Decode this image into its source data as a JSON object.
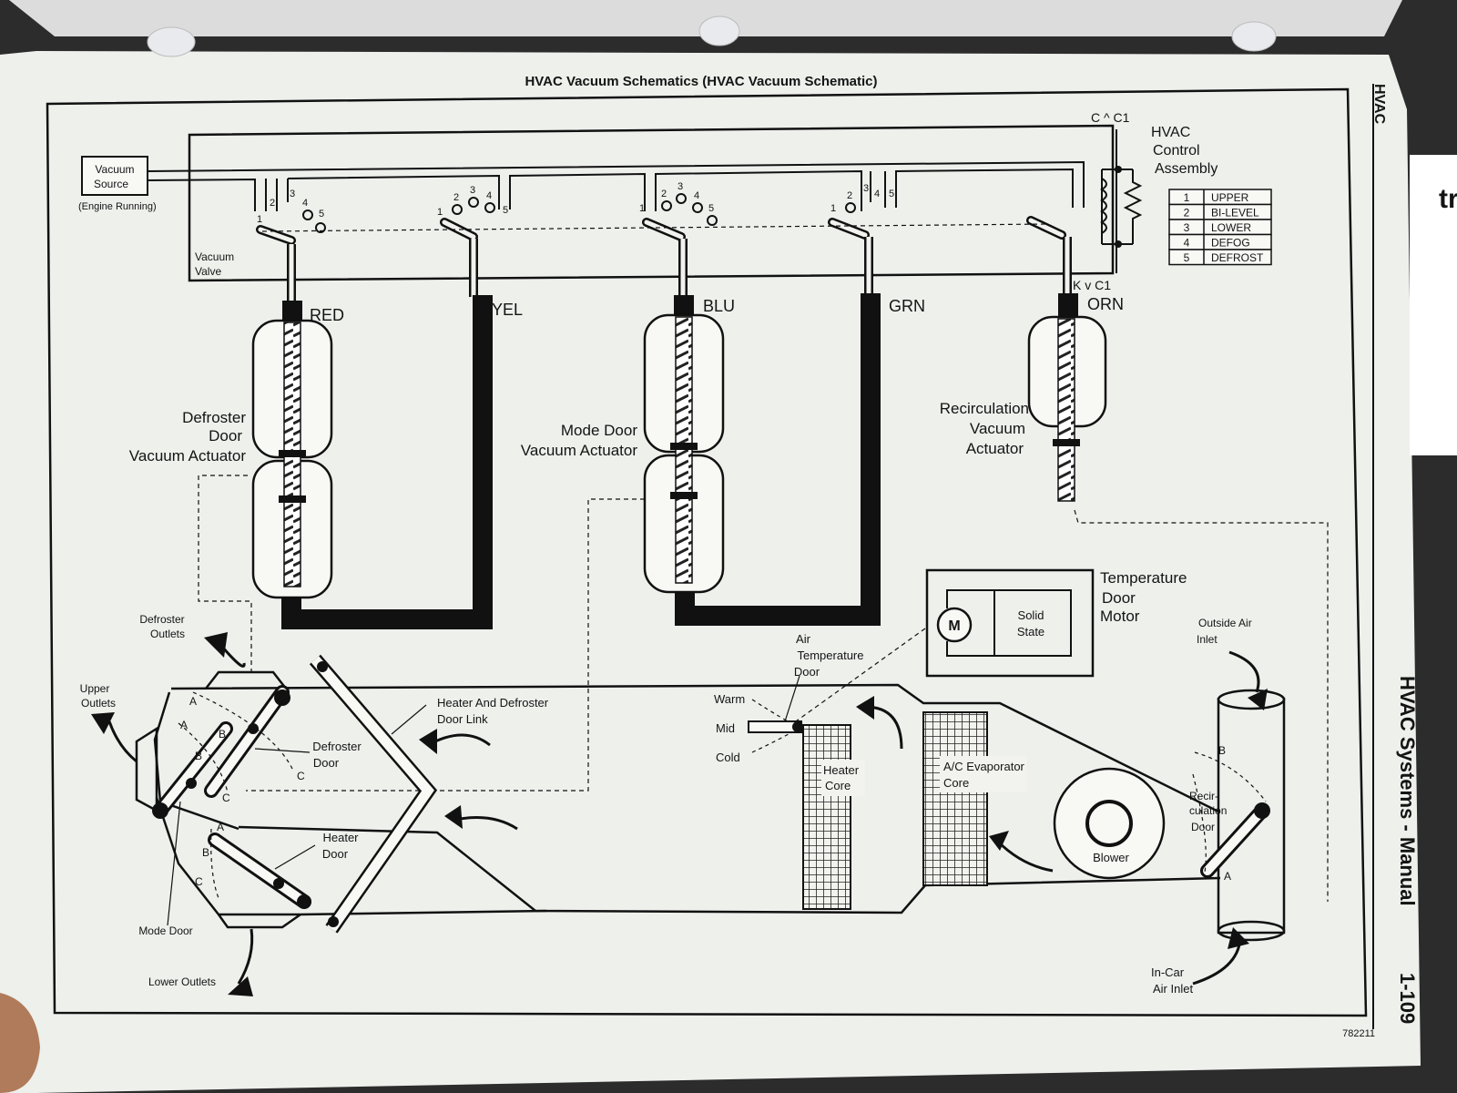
{
  "page": {
    "title": "HVAC Vacuum Schematics (HVAC Vacuum Schematic)",
    "section_tab": "HVAC",
    "footer_section": "HVAC Systems - Manual",
    "page_number": "1-109",
    "figure_code": "782211"
  },
  "vacuum": {
    "source_line1": "Vacuum",
    "source_line2": "Source",
    "source_note": "(Engine Running)",
    "valve_line1": "Vacuum",
    "valve_line2": "Valve"
  },
  "control": {
    "title_line1": "HVAC",
    "title_line2": "Control",
    "title_line3": "Assembly",
    "pin_top": "C ^ C1",
    "pin_bottom": "K v C1",
    "legend": [
      {
        "num": "1",
        "label": "UPPER"
      },
      {
        "num": "2",
        "label": "BI-LEVEL"
      },
      {
        "num": "3",
        "label": "LOWER"
      },
      {
        "num": "4",
        "label": "DEFOG"
      },
      {
        "num": "5",
        "label": "DEFROST"
      }
    ]
  },
  "ports": [
    "1",
    "2",
    "3",
    "4",
    "5"
  ],
  "hoses": {
    "red": "RED",
    "yel": "YEL",
    "blu": "BLU",
    "grn": "GRN",
    "orn": "ORN"
  },
  "actuators": {
    "defroster": [
      "Defroster",
      "Door",
      "Vacuum Actuator"
    ],
    "mode": [
      "Mode Door",
      "Vacuum Actuator"
    ],
    "recirculation": [
      "Recirculation",
      "Vacuum",
      "Actuator"
    ]
  },
  "temp_motor": {
    "title": [
      "Temperature",
      "Door",
      "Motor"
    ],
    "motor_symbol": "M",
    "solid_state": [
      "Solid",
      "State"
    ]
  },
  "airbox": {
    "defroster_outlets": [
      "Defroster",
      "Outlets"
    ],
    "upper_outlets": [
      "Upper",
      "Outlets"
    ],
    "lower_outlets": "Lower Outlets",
    "mode_door": "Mode Door",
    "heater_door": [
      "Heater",
      "Door"
    ],
    "defroster_door": [
      "Defroster",
      "Door"
    ],
    "door_link": [
      "Heater And Defroster",
      "Door Link"
    ],
    "air_temp_door": [
      "Air",
      "Temperature",
      "Door"
    ],
    "warm": "Warm",
    "mid": "Mid",
    "cold": "Cold",
    "heater_core": [
      "Heater",
      "Core"
    ],
    "evap_core": [
      "A/C Evaporator",
      "Core"
    ],
    "blower": "Blower",
    "recirc_door": [
      "Recir-",
      "culation",
      "Door"
    ],
    "outside_inlet": [
      "Outside Air",
      "Inlet"
    ],
    "incar_inlet": [
      "In-Car",
      "Air Inlet"
    ],
    "door_positions": [
      "A",
      "B",
      "C"
    ]
  }
}
